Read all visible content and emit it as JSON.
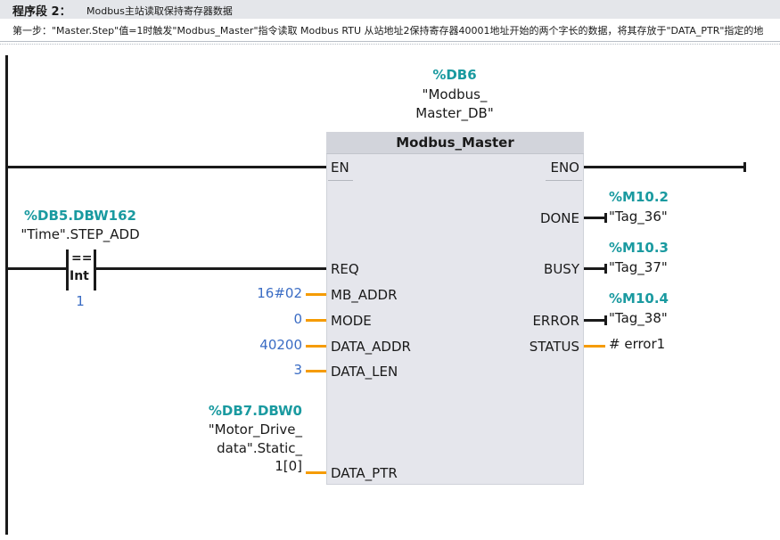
{
  "header": {
    "segment_title": "程序段 2：",
    "segment_name": "Modbus主站读取保持寄存器数据"
  },
  "comment": "第一步：\"Master.Step\"值=1时触发\"Modbus_Master\"指令读取 Modbus RTU 从站地址2保持寄存器40001地址开始的两个字长的数据，将其存放于\"DATA_PTR\"指定的地",
  "instance": {
    "address": "%DB6",
    "name_line1": "\"Modbus_",
    "name_line2": "Master_DB\""
  },
  "block": {
    "title": "Modbus_Master",
    "inputs": [
      "EN",
      "REQ",
      "MB_ADDR",
      "MODE",
      "DATA_ADDR",
      "DATA_LEN",
      "DATA_PTR"
    ],
    "outputs": [
      "ENO",
      "DONE",
      "BUSY",
      "ERROR",
      "STATUS"
    ]
  },
  "comparator": {
    "address": "%DB5.DBW162",
    "name": "\"Time\".STEP_ADD",
    "operator": "==",
    "type": "Int",
    "value": "1"
  },
  "parameters": {
    "mb_addr": "16#02",
    "mode": "0",
    "data_addr": "40200",
    "data_len": "3"
  },
  "data_ptr": {
    "address": "%DB7.DBW0",
    "line1": "\"Motor_Drive_",
    "line2": "data\".Static_",
    "line3": "1[0]"
  },
  "outputs_tags": {
    "done": {
      "address": "%M10.2",
      "name": "\"Tag_36\""
    },
    "busy": {
      "address": "%M10.3",
      "name": "\"Tag_37\""
    },
    "error": {
      "address": "%M10.4",
      "name": "\"Tag_38\""
    },
    "status": "# error1"
  },
  "colors": {
    "address": "#1a9aa0",
    "constant": "#3a6cc4",
    "pin_wire": "#f59b00",
    "block": "#e5e6ec"
  }
}
